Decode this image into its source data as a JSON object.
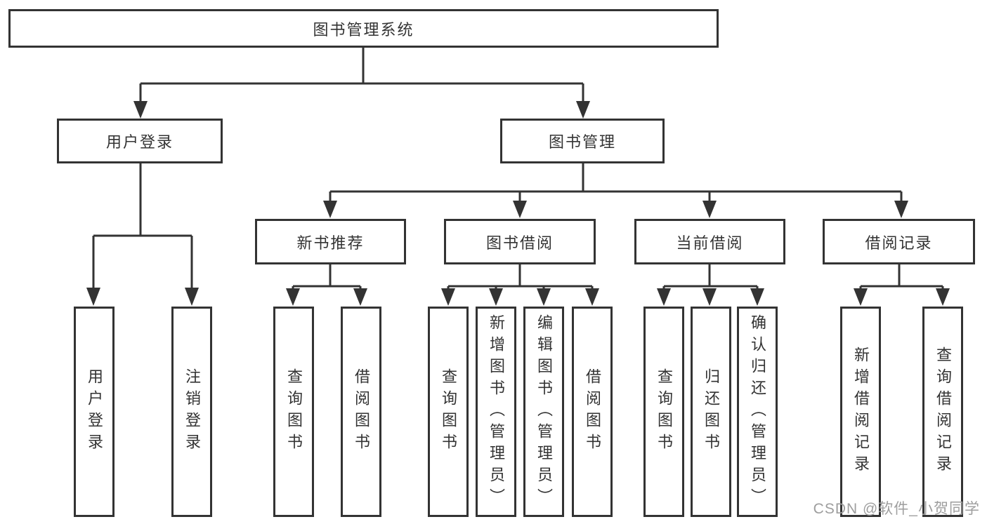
{
  "diagram": {
    "root": {
      "label": "图书管理系统"
    },
    "level2": {
      "login": {
        "label": "用户登录"
      },
      "book_mgmt": {
        "label": "图书管理"
      }
    },
    "level3": {
      "new_books": {
        "label": "新书推荐"
      },
      "borrowing": {
        "label": "图书借阅"
      },
      "current": {
        "label": "当前借阅"
      },
      "records": {
        "label": "借阅记录"
      }
    },
    "leaves": {
      "login": [
        {
          "label": "用户登录"
        },
        {
          "label": "注销登录"
        }
      ],
      "new_books": [
        {
          "label": "查询图书"
        },
        {
          "label": "借阅图书"
        }
      ],
      "borrowing": [
        {
          "label": "查询图书"
        },
        {
          "label": "新增图书（管理员）"
        },
        {
          "label": "编辑图书（管理员）"
        },
        {
          "label": "借阅图书"
        }
      ],
      "current": [
        {
          "label": "查询图书"
        },
        {
          "label": "归还图书"
        },
        {
          "label": "确认归还（管理员）"
        }
      ],
      "records": [
        {
          "label": "新增借阅记录"
        },
        {
          "label": "查询借阅记录"
        }
      ]
    }
  },
  "watermark": "CSDN @软件_小贺同学",
  "colors": {
    "line": "#333333",
    "text": "#333333",
    "watermark": "#9e9e9e",
    "background": "#ffffff"
  }
}
